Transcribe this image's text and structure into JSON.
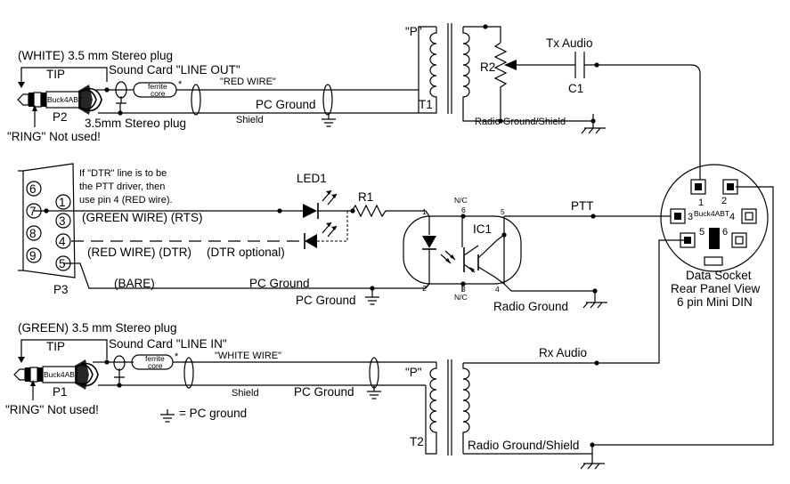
{
  "labels": {
    "p2_plug": "(WHITE) 3.5 mm Stereo plug",
    "p2_tip": "TIP",
    "p2_soundcard": "Sound Card \"LINE OUT\"",
    "p2_red_wire": "\"RED WIRE\"",
    "p2_pc_ground": "PC Ground",
    "p2_shield": "Shield",
    "p2_35plug": "3.5mm Stereo plug",
    "p2_name": "P2",
    "p2_ring": "\"RING\" Not used!",
    "ferrite": "ferrite",
    "core": "core",
    "asterisk": "*",
    "buck": "Buck4ABT",
    "t1_p": "\"P\"",
    "t1_name": "T1",
    "r2": "R2",
    "c1": "C1",
    "tx_audio": "Tx Audio",
    "radio_gnd_shield_1": "Radio Ground/Shield",
    "dtr_note_1": "If \"DTR\" line is to be",
    "dtr_note_2": "the PTT driver, then",
    "dtr_note_3": "use pin 4 (RED wire).",
    "led1": "LED1",
    "r1": "R1",
    "green_wire_rts": "(GREEN WIRE) (RTS)",
    "red_wire_dtr": "(RED WIRE) (DTR)",
    "dtr_optional": "(DTR optional)",
    "bare": "(BARE)",
    "pc_ground_mid": "PC Ground",
    "pc_ground_mid2": "PC Ground",
    "p3_name": "P3",
    "ic1": "IC1",
    "nc": "N/C",
    "ptt": "PTT",
    "radio_ground": "Radio Ground",
    "data_socket_1": "Data Socket",
    "data_socket_2": "Rear Panel View",
    "data_socket_3": "6 pin Mini DIN",
    "p1_plug": "(GREEN) 3.5 mm Stereo plug",
    "p1_tip": "TIP",
    "p1_soundcard": "Sound Card \"LINE IN\"",
    "white_wire": "\"WHITE WIRE\"",
    "p1_shield": "Shield",
    "p1_pc_ground": "PC Ground",
    "p1_name": "P1",
    "p1_ring": "\"RING\" Not used!",
    "pc_ground_legend": "= PC ground",
    "rx_audio": "Rx Audio",
    "t2_p": "\"P\"",
    "t2_name": "T2",
    "radio_gnd_shield_2": "Radio Ground/Shield"
  },
  "db9_pins": [
    "6",
    "1",
    "7",
    "3",
    "8",
    "4",
    "9",
    "5"
  ],
  "ic1_pins": [
    "1",
    "6",
    "5",
    "2",
    "3",
    "4"
  ],
  "din_pins": [
    "1",
    "2",
    "3",
    "4",
    "5",
    "6"
  ]
}
